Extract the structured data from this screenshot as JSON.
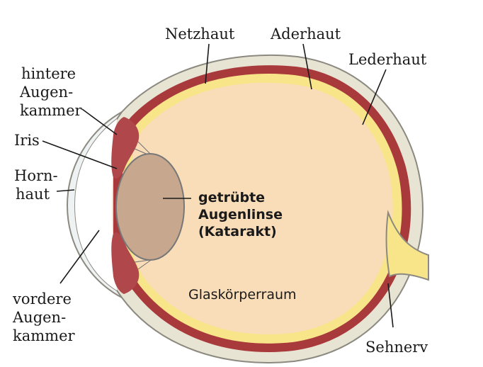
{
  "labels": {
    "netzhaut": "Netzhaut",
    "aderhaut": "Aderhaut",
    "lederhaut": "Lederhaut",
    "hintere_1": "hintere",
    "hintere_2": "Augen-",
    "hintere_3": "kammer",
    "iris": "Iris",
    "horn_1": "Horn-",
    "horn_2": "haut",
    "linse_1": "getrübte",
    "linse_2": "Augenlinse",
    "linse_3": "(Katarakt)",
    "glaskoerper": "Glaskörperraum",
    "vordere_1": "vordere",
    "vordere_2": "Augen-",
    "vordere_3": "kammer",
    "sehnerv": "Sehnerv"
  },
  "colors": {
    "sclera": "#e7e3d4",
    "choroid": "#a8393c",
    "retina": "#fbe98c",
    "vitreous": "#f9dcb6",
    "lens": "#c7a88e",
    "iris": "#b0484c",
    "cornea": "#f2f5f5",
    "ink": "#1a1a1a"
  }
}
